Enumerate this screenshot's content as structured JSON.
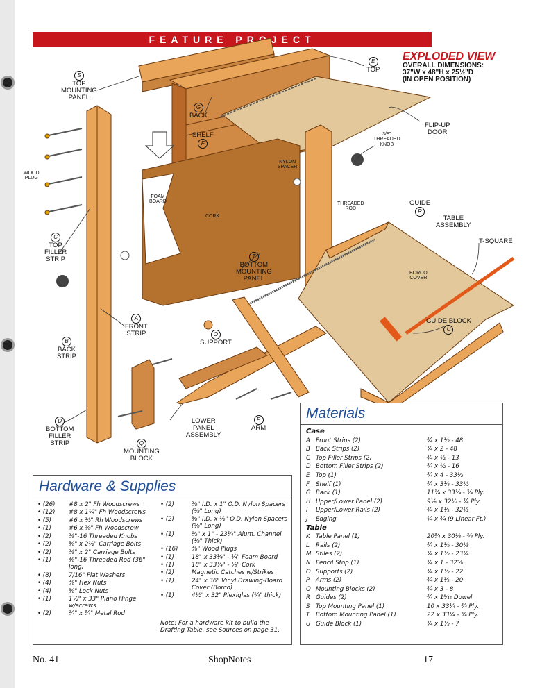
{
  "banner": "FEATURE PROJECT",
  "exploded_view": {
    "title": "EXPLODED VIEW",
    "line1": "OVERALL DIMENSIONS:",
    "line2": "37\"W x 48\"H x 25½\"D",
    "line3": "(IN OPEN POSITION)"
  },
  "labels": {
    "top_mounting_panel": {
      "letter": "S",
      "text": "TOP\nMOUNTING\nPANEL"
    },
    "back": {
      "letter": "G",
      "text": "BACK"
    },
    "shelf": {
      "letter": "F",
      "text": "SHELF"
    },
    "top": {
      "letter": "E",
      "text": "TOP"
    },
    "flipup_door": {
      "text": "FLIP-UP\nDOOR"
    },
    "threaded_knob": {
      "text": "3/8\"\nTHREADED\nKNOB"
    },
    "nylon_spacer": {
      "text": "NYLON\nSPACER"
    },
    "wood_plug": {
      "text": "WOOD\nPLUG"
    },
    "foam_board": {
      "text": "FOAM\nBOARD"
    },
    "cork": {
      "text": "CORK"
    },
    "threaded_rod": {
      "text": "THREADED\nROD"
    },
    "guide": {
      "letter": "R",
      "text": "GUIDE"
    },
    "table_assembly": {
      "text": "TABLE\nASSEMBLY"
    },
    "t_square": {
      "text": "T-SQUARE"
    },
    "borco_cover": {
      "text": "BORCO\nCOVER"
    },
    "guide_block": {
      "letter": "U",
      "text": "GUIDE BLOCK"
    },
    "top_filler_strip": {
      "letter": "C",
      "text": "TOP\nFILLER\nSTRIP"
    },
    "bottom_mounting_panel": {
      "letter": "T",
      "text": "BOTTOM\nMOUNTING\nPANEL"
    },
    "front_strip": {
      "letter": "A",
      "text": "FRONT\nSTRIP"
    },
    "support": {
      "letter": "O",
      "text": "SUPPORT"
    },
    "back_strip": {
      "letter": "B",
      "text": "BACK\nSTRIP"
    },
    "lower_panel_assembly": {
      "text": "LOWER\nPANEL\nASSEMBLY"
    },
    "arm": {
      "letter": "P",
      "text": "ARM"
    },
    "bottom_filler_strip": {
      "letter": "D",
      "text": "BOTTOM\nFILLER\nSTRIP"
    },
    "mounting_block": {
      "letter": "Q",
      "text": "MOUNTING\nBLOCK"
    }
  },
  "hardware": {
    "title": "Hardware & Supplies",
    "col1": [
      {
        "q": "• (26)",
        "d": "#8 x 2\" Fh Woodscrews"
      },
      {
        "q": "• (12)",
        "d": "#8 x 1¼\" Fh Woodscrews"
      },
      {
        "q": "• (5)",
        "d": "#6 x ½\" Rh Woodscrews"
      },
      {
        "q": "• (1)",
        "d": "#6 x ⅝\" Fh Woodscrew"
      },
      {
        "q": "• (2)",
        "d": "⅜\"-16 Threaded Knobs"
      },
      {
        "q": "• (2)",
        "d": "⅜\" x 2½\" Carriage Bolts"
      },
      {
        "q": "• (2)",
        "d": "⅜\" x 2\" Carriage Bolts"
      },
      {
        "q": "• (1)",
        "d": "⅜\"-16 Threaded Rod (36\" long)"
      },
      {
        "q": "• (8)",
        "d": "7/16\" Flat Washers"
      },
      {
        "q": "• (4)",
        "d": "⅜\" Hex Nuts"
      },
      {
        "q": "• (4)",
        "d": "⅜\" Lock Nuts"
      },
      {
        "q": "• (1)",
        "d": "1½\" x 33\" Piano Hinge w/screws"
      },
      {
        "q": "• (2)",
        "d": "¼\" x ¾\" Metal Rod"
      }
    ],
    "col2": [
      {
        "q": "• (2)",
        "d": "⅜\" I.D. x 1\" O.D. Nylon Spacers (⅜\" Long)"
      },
      {
        "q": "• (2)",
        "d": "⅜\" I.D. x ½\" O.D. Nylon Spacers (⅝\" Long)"
      },
      {
        "q": "• (1)",
        "d": "½\" x 1\" - 23¼\" Alum. Channel (⅛\" Thick)"
      },
      {
        "q": "• (16)",
        "d": "⅜\" Wood Plugs"
      },
      {
        "q": "• (1)",
        "d": "18\" x 33¼\" - ¼\" Foam Board"
      },
      {
        "q": "• (1)",
        "d": "18\" x 33¼\" - ⅛\" Cork"
      },
      {
        "q": "• (2)",
        "d": "Magnetic Catches w/Strikes"
      },
      {
        "q": "• (1)",
        "d": "24\" x 36\" Vinyl Drawing-Board Cover (Borco)"
      },
      {
        "q": "• (1)",
        "d": "4½\" x 32\" Plexiglas (¼\" thick)"
      }
    ],
    "note": "Note: For a hardware kit to build the Drafting Table, see Sources on page 31."
  },
  "materials": {
    "title": "Materials",
    "case_heading": "Case",
    "case": [
      {
        "l": "A",
        "n": "Front Strips (2)",
        "s": "¾ x 1½ - 48"
      },
      {
        "l": "B",
        "n": "Back Strips (2)",
        "s": "¾ x 2 - 48"
      },
      {
        "l": "C",
        "n": "Top Filler Strips (2)",
        "s": "¾ x ½ - 13"
      },
      {
        "l": "D",
        "n": "Bottom Filler Strips (2)",
        "s": "¾ x ½ - 16"
      },
      {
        "l": "E",
        "n": "Top (1)",
        "s": "¾ x 4 - 33½"
      },
      {
        "l": "F",
        "n": "Shelf (1)",
        "s": "¾ x 3¼ - 33½"
      },
      {
        "l": "G",
        "n": "Back (1)",
        "s": "11¼ x 33¼ - ¾ Ply."
      },
      {
        "l": "H",
        "n": "Upper/Lower Panel (2)",
        "s": "9⅛ x 32½ - ¾ Ply."
      },
      {
        "l": "I",
        "n": "Upper/Lower Rails (2)",
        "s": "¾ x 1½ - 32½"
      },
      {
        "l": "J",
        "n": "Edging",
        "s": "¼ x ¾ (9 Linear Ft.)"
      }
    ],
    "table_heading": "Table",
    "table": [
      {
        "l": "K",
        "n": "Table Panel (1)",
        "s": "20¾ x 30⅛ - ¾ Ply."
      },
      {
        "l": "L",
        "n": "Rails (2)",
        "s": "¾ x 1½ - 30⅛"
      },
      {
        "l": "M",
        "n": "Stiles (2)",
        "s": "¾ x 1½ - 23¼"
      },
      {
        "l": "N",
        "n": "Pencil Stop (1)",
        "s": "¾ x 1 - 32⅝"
      },
      {
        "l": "O",
        "n": "Supports (2)",
        "s": "¾ x 1½ - 22"
      },
      {
        "l": "P",
        "n": "Arms (2)",
        "s": "¾ x 1½ - 20"
      },
      {
        "l": "Q",
        "n": "Mounting Blocks (2)",
        "s": "¾ x 3 - 8"
      },
      {
        "l": "R",
        "n": "Guides (2)",
        "s": "¾ x 1⁵⁄₁₆ Dowel"
      },
      {
        "l": "S",
        "n": "Top Mounting Panel (1)",
        "s": "10 x 33¼ - ¾ Ply."
      },
      {
        "l": "T",
        "n": "Bottom Mounting Panel (1)",
        "s": "22 x 33¼ - ¾ Ply."
      },
      {
        "l": "U",
        "n": "Guide Block (1)",
        "s": "¾ x 1½ - 7"
      }
    ]
  },
  "footer": {
    "left": "No. 41",
    "center": "ShopNotes",
    "right": "17"
  },
  "colors": {
    "banner": "#c8161d",
    "wood": "#e9a55a",
    "wood_dark": "#b8692a",
    "cork": "#b5722e",
    "board": "#e2c89a",
    "accent_blue": "#1f4f9a",
    "orange": "#e2591a"
  }
}
